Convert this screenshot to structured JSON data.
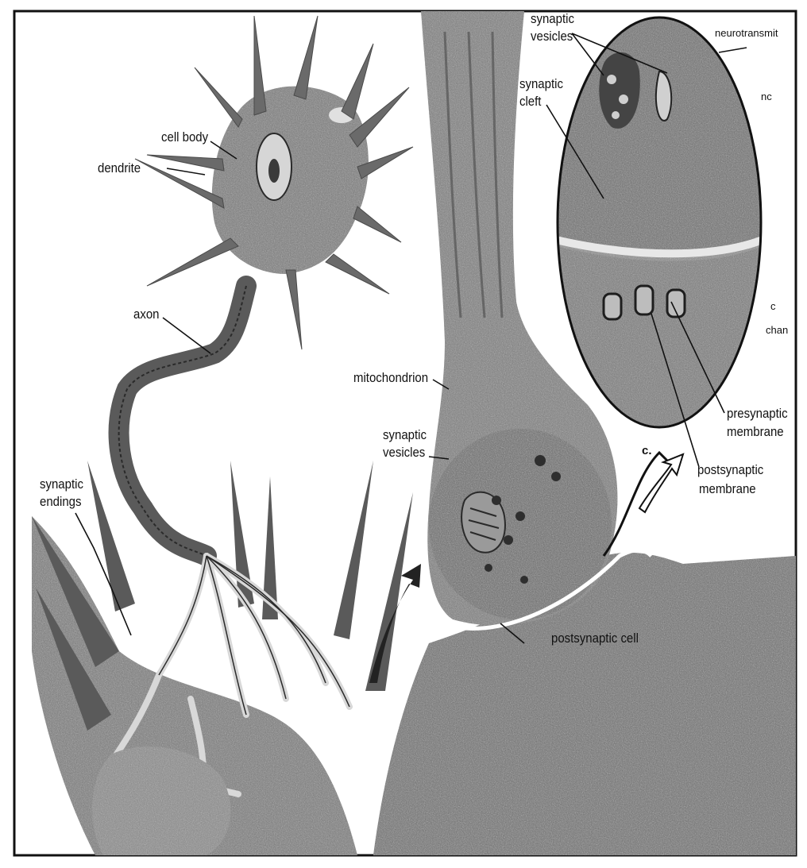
{
  "colors": {
    "ink": "#111111",
    "tissue_dark": "#555555",
    "tissue_mid": "#8a8a8a",
    "tissue_light": "#b8b8b8",
    "paper": "#ffffff"
  },
  "labels": {
    "cell_body": "cell body",
    "dendrite": "dendrite",
    "axon": "axon",
    "synaptic_endings_line1": "synaptic",
    "synaptic_endings_line2": "endings",
    "mitochondrion": "mitochondrion",
    "synaptic_vesicles_main_line1": "synaptic",
    "synaptic_vesicles_main_line2": "vesicles",
    "synaptic_vesicles_inset_line1": "synaptic",
    "synaptic_vesicles_inset_line2": "vesicles",
    "synaptic_cleft_line1": "synaptic",
    "synaptic_cleft_line2": "cleft",
    "neurotransmitter_partial": "neurotransmit",
    "inset_right_partial_1": "nc",
    "inset_right_partial_2": "c",
    "inset_right_partial_3": "chan",
    "presynaptic_membrane_line1": "presynaptic",
    "presynaptic_membrane_line2": "membrane",
    "postsynaptic_membrane_line1": "postsynaptic",
    "postsynaptic_membrane_line2": "membrane",
    "panel_letter": "c.",
    "postsynaptic_lower_partial": "postsynaptic cell"
  }
}
